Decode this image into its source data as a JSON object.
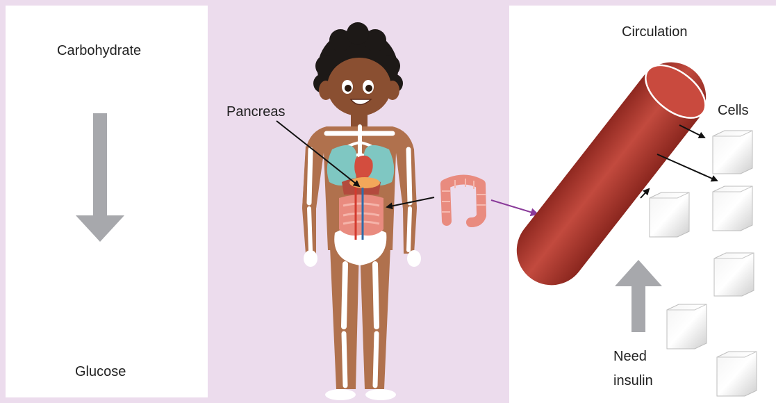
{
  "labels": {
    "carbohydrate": "Carbohydrate",
    "glucose": "Glucose",
    "pancreas": "Pancreas",
    "circulation": "Circulation",
    "cells": "Cells",
    "need": "Need",
    "insulin": "insulin"
  },
  "colors": {
    "background": "#ecdced",
    "panel": "#ffffff",
    "arrow_gray": "#a7a8ac",
    "vessel": "#b2382e",
    "skin": "#b0714d",
    "bone": "#ffffff",
    "lungs": "#7fc7c2",
    "intestine": "#e98b7f",
    "connector_purple": "#8a3b9a",
    "pointer": "#111111"
  },
  "icons": [
    "down-arrow-icon",
    "up-arrow-icon",
    "colon-icon",
    "blood-vessel-icon",
    "cell-cube-icon"
  ]
}
